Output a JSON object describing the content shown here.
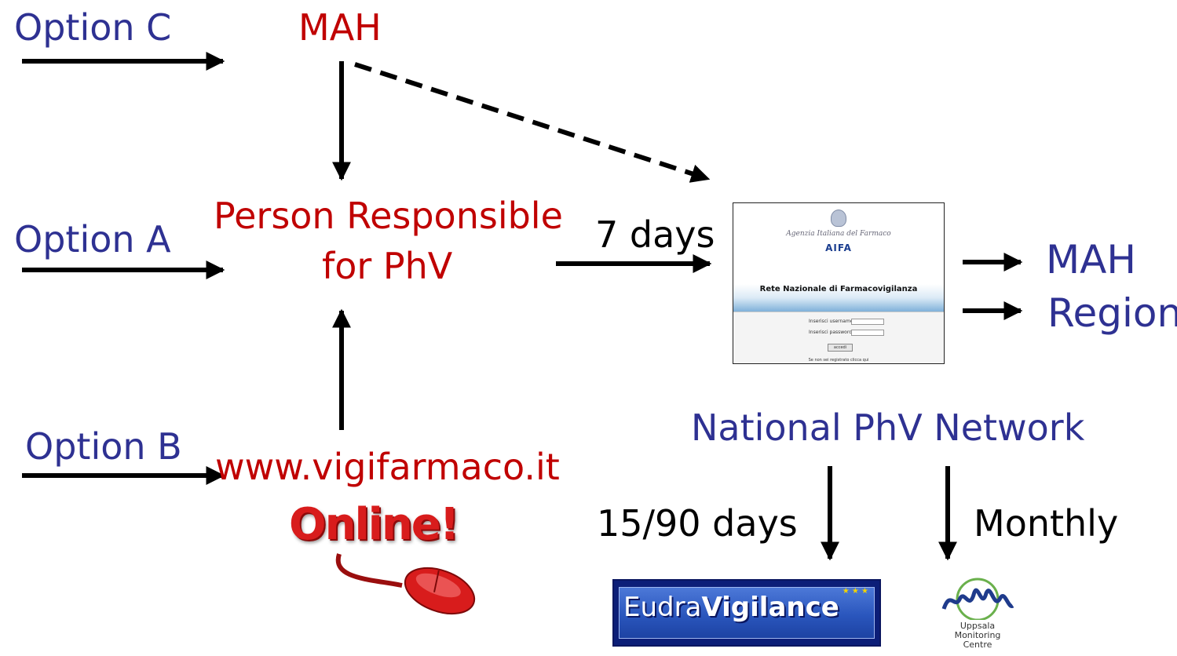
{
  "options": {
    "c": "Option C",
    "a": "Option A",
    "b": "Option B"
  },
  "nodes": {
    "mah_top": "MAH",
    "person_line1": "Person Responsible",
    "person_line2": "for PhV",
    "vigifarmaco": "www.vigifarmaco.it",
    "national_network": "National PhV Network",
    "mah_right": "MAH",
    "region_right": "Region"
  },
  "timings": {
    "seven_days": "7 days",
    "fifteen_ninety": "15/90 days",
    "monthly": "Monthly"
  },
  "screenshot": {
    "agency": "Agenzia Italiana del Farmaco",
    "logo": "AIFA",
    "title": "Rete Nazionale di Farmacovigilanza",
    "username_label": "Inserisci username:",
    "password_label": "Inserisci password:",
    "button": "accedi",
    "footer": "Se non sei registrato clicca qui"
  },
  "logos": {
    "online": "Online!",
    "eudra_prefix": "Eudra",
    "eudra_suffix": "Vigilance",
    "umc_line1": "Uppsala",
    "umc_line2": "Monitoring",
    "umc_line3": "Centre"
  },
  "colors": {
    "blue_text": "#2e3192",
    "red_text": "#c00000",
    "arrow": "#000000"
  }
}
